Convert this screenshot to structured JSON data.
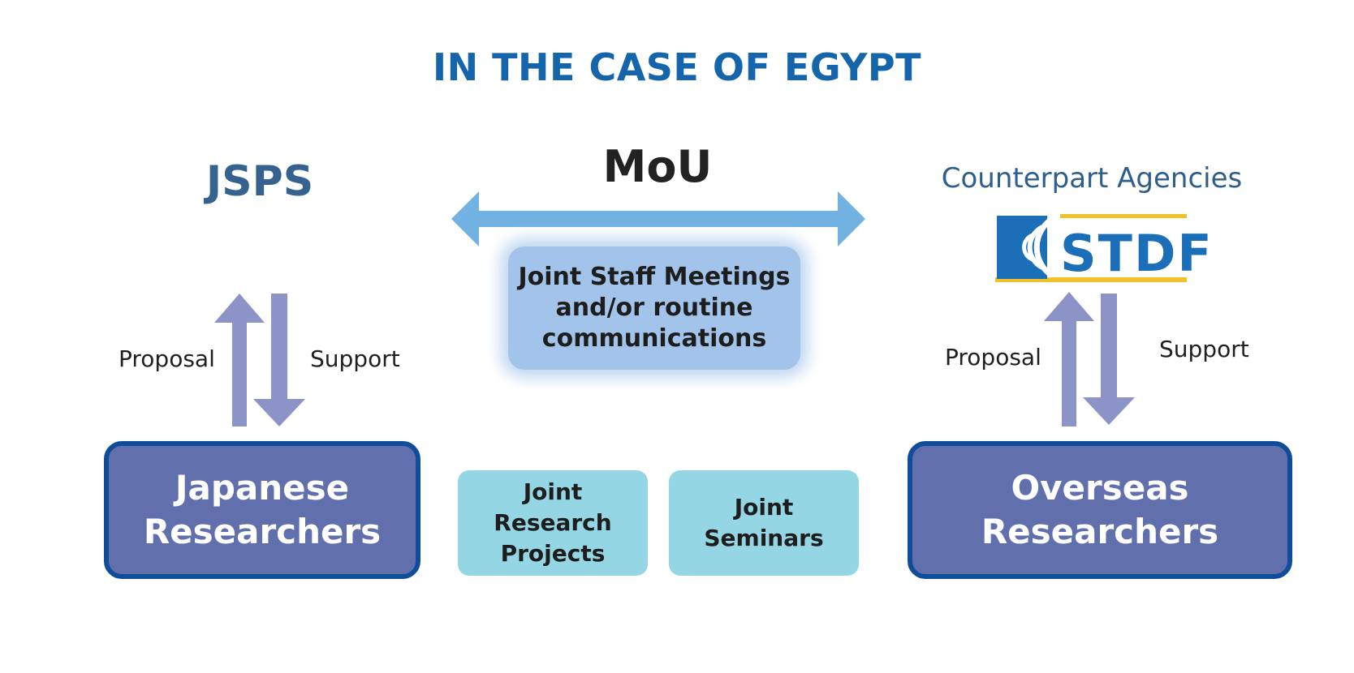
{
  "title": "IN THE CASE OF EGYPT",
  "left": {
    "agency": "JSPS",
    "proposal_label": "Proposal",
    "support_label": "Support",
    "researchers_lines": [
      "Japanese",
      "Researchers"
    ]
  },
  "center": {
    "mou_label": "MoU",
    "meetings_lines": [
      "Joint Staff Meetings",
      "and/or routine",
      "communications"
    ],
    "joint_projects_lines": [
      "Joint",
      "Research",
      "Projects"
    ],
    "joint_seminars_lines": [
      "Joint",
      "Seminars"
    ]
  },
  "right": {
    "agency_heading": "Counterpart Agencies",
    "logo_text": "STDF",
    "proposal_label": "Proposal",
    "support_label": "Support",
    "researchers_lines": [
      "Overseas",
      "Researchers"
    ]
  },
  "colors": {
    "title": "#1565ad",
    "mou_arrow": "#72b2e2",
    "vertical_arrows": "#8c93c6",
    "researcher_box": "#6170ad",
    "researcher_border": "#0f4c9a",
    "joint_box": "#94d6e4",
    "meetings_box": "#a3c4ea",
    "logo_blue": "#1a6fb8",
    "logo_gold": "#f2c12e"
  }
}
